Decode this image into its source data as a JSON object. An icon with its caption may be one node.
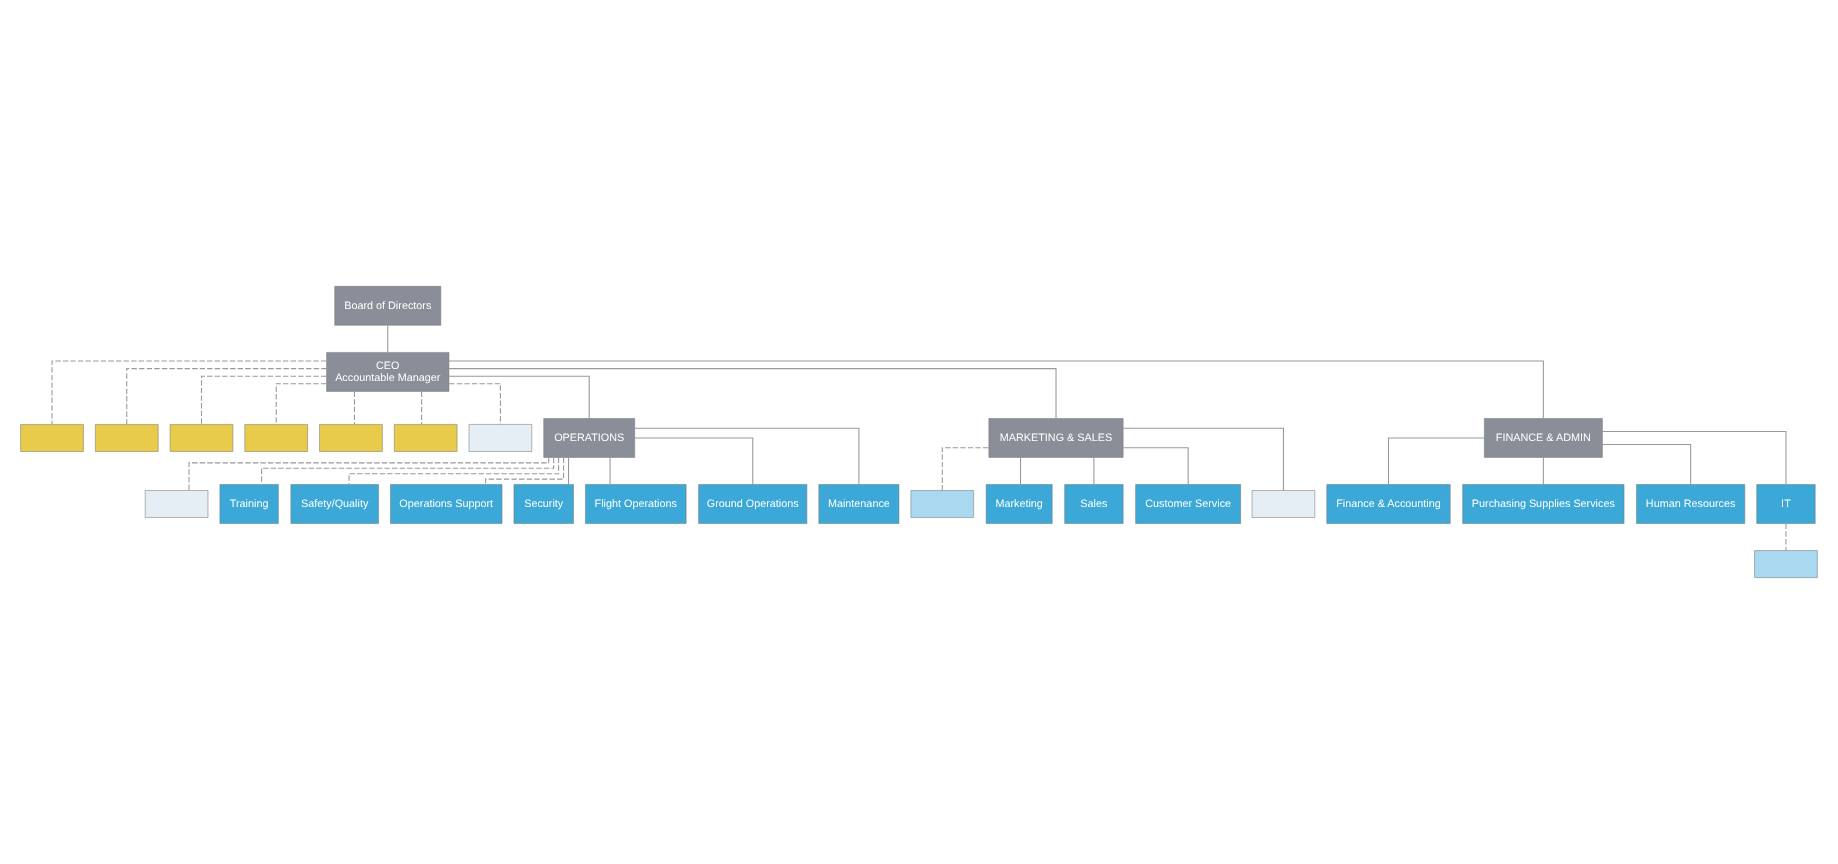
{
  "diagram": {
    "nodes": [
      {
        "text": [
          "Board of Directors"
        ]
      },
      {
        "text": [
          "CEO",
          "Accountable Manager"
        ]
      },
      {
        "text": [],
        "shape": "box"
      },
      {
        "text": [],
        "shape": "box"
      },
      {
        "text": [],
        "shape": "box"
      },
      {
        "text": [],
        "shape": "box"
      },
      {
        "text": [],
        "shape": "box"
      },
      {
        "text": [],
        "shape": "box"
      },
      {
        "text": [],
        "shape": "box"
      },
      {
        "text": [
          "OPERATIONS"
        ]
      },
      {
        "text": [
          "MARKETING & SALES"
        ]
      },
      {
        "text": [
          "FINANCE & ADMIN"
        ]
      },
      {
        "text": [],
        "shape": "box"
      },
      {
        "text": [
          "Training"
        ]
      },
      {
        "text": [
          "Safety/Quality"
        ]
      },
      {
        "text": [
          "Operations Support"
        ]
      },
      {
        "text": [],
        "shape": "box"
      },
      {
        "text": [
          "Security"
        ]
      },
      {
        "text": [
          "Flight Operations"
        ]
      },
      {
        "text": [
          "Ground Operations"
        ]
      },
      {
        "text": [
          "Maintenance"
        ]
      },
      {
        "text": [
          "Marketing"
        ]
      },
      {
        "text": [
          "Sales"
        ]
      },
      {
        "text": [
          "Customer Service"
        ]
      },
      {
        "text": [],
        "shape": "box"
      },
      {
        "text": [
          "Finance & Accounting"
        ]
      },
      {
        "text": [
          "Purchasing Supplies Services"
        ]
      },
      {
        "text": [
          "Human Resources"
        ]
      },
      {
        "text": [
          "IT"
        ]
      },
      {
        "text": [],
        "shape": "box"
      }
    ],
    "edges": [
      {
        "from": 0,
        "to": 1,
        "arrow": "none"
      },
      {
        "from": 1,
        "to": 2,
        "arrow": "none",
        "style": "dashed"
      },
      {
        "from": 1,
        "to": 3,
        "arrow": "none",
        "style": "dashed"
      },
      {
        "from": 1,
        "to": 4,
        "arrow": "none",
        "style": "dashed"
      },
      {
        "from": 1,
        "to": 5,
        "arrow": "none",
        "style": "dashed"
      },
      {
        "from": 1,
        "to": 6,
        "arrow": "none",
        "style": "dashed"
      },
      {
        "from": 1,
        "to": 7,
        "arrow": "none",
        "style": "dashed"
      },
      {
        "from": 1,
        "to": 8,
        "arrow": "none",
        "style": "dashed"
      },
      {
        "from": 1,
        "to": 9,
        "arrow": "none"
      },
      {
        "from": 1,
        "to": 10,
        "arrow": "none"
      },
      {
        "from": 1,
        "to": 11,
        "arrow": "none"
      },
      {
        "from": 9,
        "to": 12,
        "arrow": "none",
        "style": "dashed"
      },
      {
        "from": 9,
        "to": 13,
        "arrow": "none",
        "style": "dashed"
      },
      {
        "from": 9,
        "to": 14,
        "arrow": "none",
        "style": "dashed"
      },
      {
        "from": 9,
        "to": 15,
        "arrow": "none",
        "style": "dashed"
      },
      {
        "from": 10,
        "to": 16,
        "arrow": "none",
        "style": "dashed"
      },
      {
        "from": 9,
        "to": 17,
        "arrow": "none"
      },
      {
        "from": 9,
        "to": 18,
        "arrow": "none"
      },
      {
        "from": 9,
        "to": 19,
        "arrow": "none"
      },
      {
        "from": 9,
        "to": 20,
        "arrow": "none"
      },
      {
        "from": 10,
        "to": 21,
        "arrow": "none"
      },
      {
        "from": 10,
        "to": 22,
        "arrow": "none"
      },
      {
        "from": 10,
        "to": 23,
        "arrow": "none"
      },
      {
        "from": 10,
        "to": 24,
        "arrow": "none"
      },
      {
        "from": 11,
        "to": 25,
        "arrow": "none"
      },
      {
        "from": 11,
        "to": 26,
        "arrow": "none"
      },
      {
        "from": 11,
        "to": 27,
        "arrow": "none"
      },
      {
        "from": 11,
        "to": 28,
        "arrow": "none"
      },
      {
        "from": 28,
        "to": 29,
        "arrow": "none",
        "style": "dashed"
      }
    ]
  }
}
